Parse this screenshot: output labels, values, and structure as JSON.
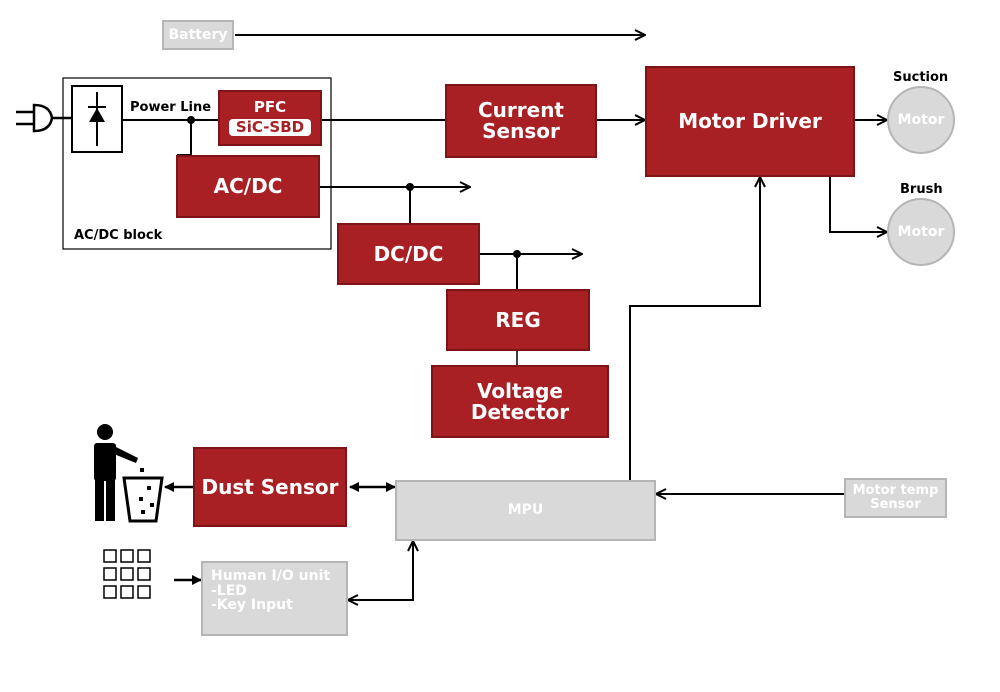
{
  "blocks": {
    "battery": "Battery",
    "pfc": "PFC",
    "sic_sbd": "SiC-SBD",
    "ac_dc": "AC/DC",
    "current_sensor": [
      "Current",
      "Sensor"
    ],
    "motor_driver": "Motor Driver",
    "dc_dc": "DC/DC",
    "reg": "REG",
    "voltage_detector": [
      "Voltage",
      "Detector"
    ],
    "dust_sensor": "Dust Sensor",
    "mpu": "MPU",
    "motor_temp_sensor": [
      "Motor temp",
      "Sensor"
    ],
    "human_io": [
      "Human I/O unit",
      "-LED",
      "-Key Input"
    ]
  },
  "labels": {
    "power_line": "Power Line",
    "ac_dc_block": "AC/DC block",
    "suction": "Suction",
    "brush": "Brush",
    "motor_suction": "Motor",
    "motor_brush": "Motor"
  },
  "colors": {
    "block_red": "#a81f24",
    "block_gray": "#d9d9d9",
    "line": "#000000"
  },
  "icons": [
    "power-plug-icon",
    "diode-icon",
    "trash-bin-person-icon",
    "keypad-icon"
  ]
}
